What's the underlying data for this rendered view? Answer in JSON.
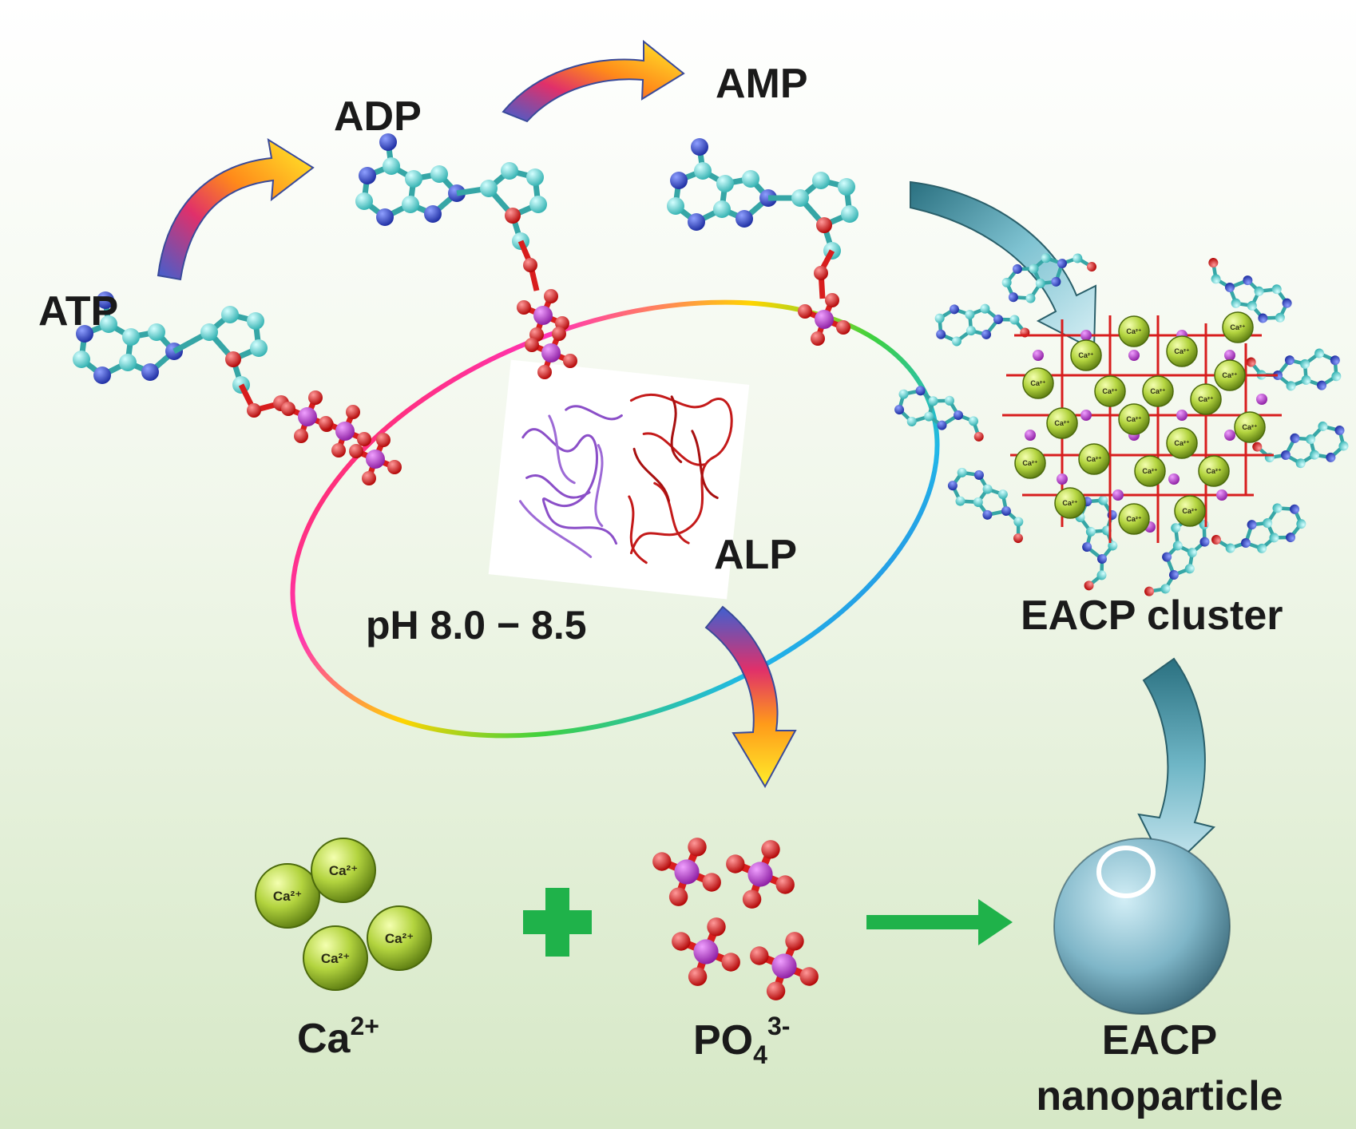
{
  "labels": {
    "atp": "ATP",
    "adp": "ADP",
    "amp": "AMP",
    "alp": "ALP",
    "ph": "pH 8.0 − 8.5",
    "eacp_cluster": "EACP cluster",
    "ca_base": "Ca",
    "ca_sup": "2+",
    "po_base": "PO",
    "po_sub": "4",
    "po_sup": "3-",
    "eacp_np_line1": "EACP",
    "eacp_np_line2": "nanoparticle"
  },
  "ion_label": "Ca²⁺",
  "icons": {
    "molecule": "ball-and-stick-molecule-icon",
    "enzyme": "protein-ribbon-icon",
    "ion": "calcium-ion-sphere-icon",
    "phosphate": "phosphate-tetrahedron-icon",
    "plus": "plus-icon",
    "reaction_arrow": "right-arrow-icon",
    "particle": "nanoparticle-sphere-icon"
  },
  "colors": {
    "background_top": "#ffffff",
    "background_bottom": "#d8e9c8",
    "ring_atoms": "#5fcfcf",
    "nitrogen": "#2a3fbf",
    "oxygen": "#e31a1a",
    "phosphorus": "#b23cc4",
    "calcium": "#a3c93a",
    "plus_and_arrow": "#1fb24a",
    "nanoparticle": "#8cc3d6",
    "alp_subunit_a": "#8b4fc8",
    "alp_subunit_b": "#c41a1a"
  }
}
